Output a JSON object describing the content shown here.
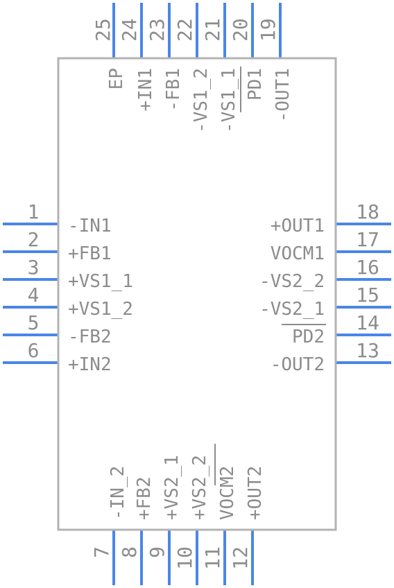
{
  "component": {
    "colors": {
      "pin": "#4a86e8",
      "outline": "#b3b3b3",
      "text": "#8c8c8c"
    },
    "left_pins": [
      {
        "num": "1",
        "name": "-IN1"
      },
      {
        "num": "2",
        "name": "+FB1"
      },
      {
        "num": "3",
        "name": "+VS1_1"
      },
      {
        "num": "4",
        "name": "+VS1_2"
      },
      {
        "num": "5",
        "name": "-FB2"
      },
      {
        "num": "6",
        "name": "+IN2"
      }
    ],
    "right_pins": [
      {
        "num": "18",
        "name": "+OUT1"
      },
      {
        "num": "17",
        "name": "VOCM1"
      },
      {
        "num": "16",
        "name": "-VS2_2"
      },
      {
        "num": "15",
        "name": "-VS2_1"
      },
      {
        "num": "14",
        "name": "PD2"
      },
      {
        "num": "13",
        "name": "-OUT2"
      }
    ],
    "top_pins": [
      {
        "num": "25",
        "name": "EP"
      },
      {
        "num": "24",
        "name": "+IN1"
      },
      {
        "num": "23",
        "name": "-FB1"
      },
      {
        "num": "22",
        "name": "-VS1_2"
      },
      {
        "num": "21",
        "name": "-VS1_1"
      },
      {
        "num": "20",
        "name": "PD1"
      },
      {
        "num": "19",
        "name": "-OUT1"
      }
    ],
    "bottom_pins": [
      {
        "num": "7",
        "name": "-IN_2"
      },
      {
        "num": "8",
        "name": "+FB2"
      },
      {
        "num": "9",
        "name": "+VS2_1"
      },
      {
        "num": "10",
        "name": "+VS2_2"
      },
      {
        "num": "11",
        "name": "VOCM2"
      },
      {
        "num": "12",
        "name": "+OUT2"
      }
    ]
  }
}
